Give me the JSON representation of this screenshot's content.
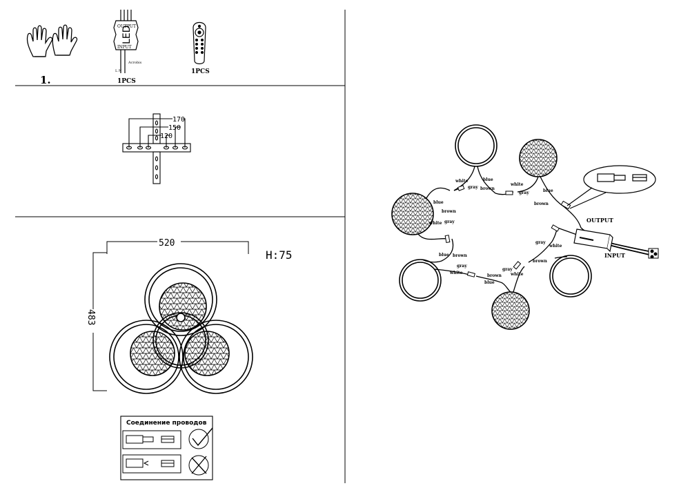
{
  "parts": {
    "step_number": "1.",
    "driver_qty": "1PCS",
    "remote_qty": "1PCS",
    "driver_label": "LED",
    "driver_output": "OUTPUT",
    "driver_input": "INPUT",
    "driver_brand": "Acrobis",
    "driver_pins": "L  N"
  },
  "bracket": {
    "dims": [
      "170",
      "150",
      "120"
    ]
  },
  "lamp": {
    "width": "520",
    "height_dim": "483",
    "depth": "H:75"
  },
  "wiring_box": {
    "title": "Соединение проводов"
  },
  "wiring": {
    "wire_labels": {
      "top_ring_left_white": "white",
      "top_ring_left_gray": "gray",
      "top_ring_right_blue": "blue",
      "top_ring_right_brown": "brown",
      "mesh_top_white": "white",
      "mesh_top_gray": "gray",
      "mesh_top_blue": "blue",
      "mesh_top_brown": "brown",
      "mesh_left_blue": "blue",
      "mesh_left_brown": "brown",
      "mesh_left_white": "white",
      "mesh_left_gray": "gray",
      "ring_left_blue": "blue",
      "ring_left_brown": "brown",
      "ring_left_gray": "gray",
      "ring_left_white": "white",
      "mesh_bottom_brown": "brown",
      "mesh_bottom_blue": "blue",
      "mesh_bottom_gray": "gray",
      "mesh_bottom_white": "white",
      "ring_right_gray": "gray",
      "ring_right_white": "white",
      "ring_right_brown": "brown"
    },
    "output_label": "OUTPUT",
    "input_label": "INPUT"
  }
}
